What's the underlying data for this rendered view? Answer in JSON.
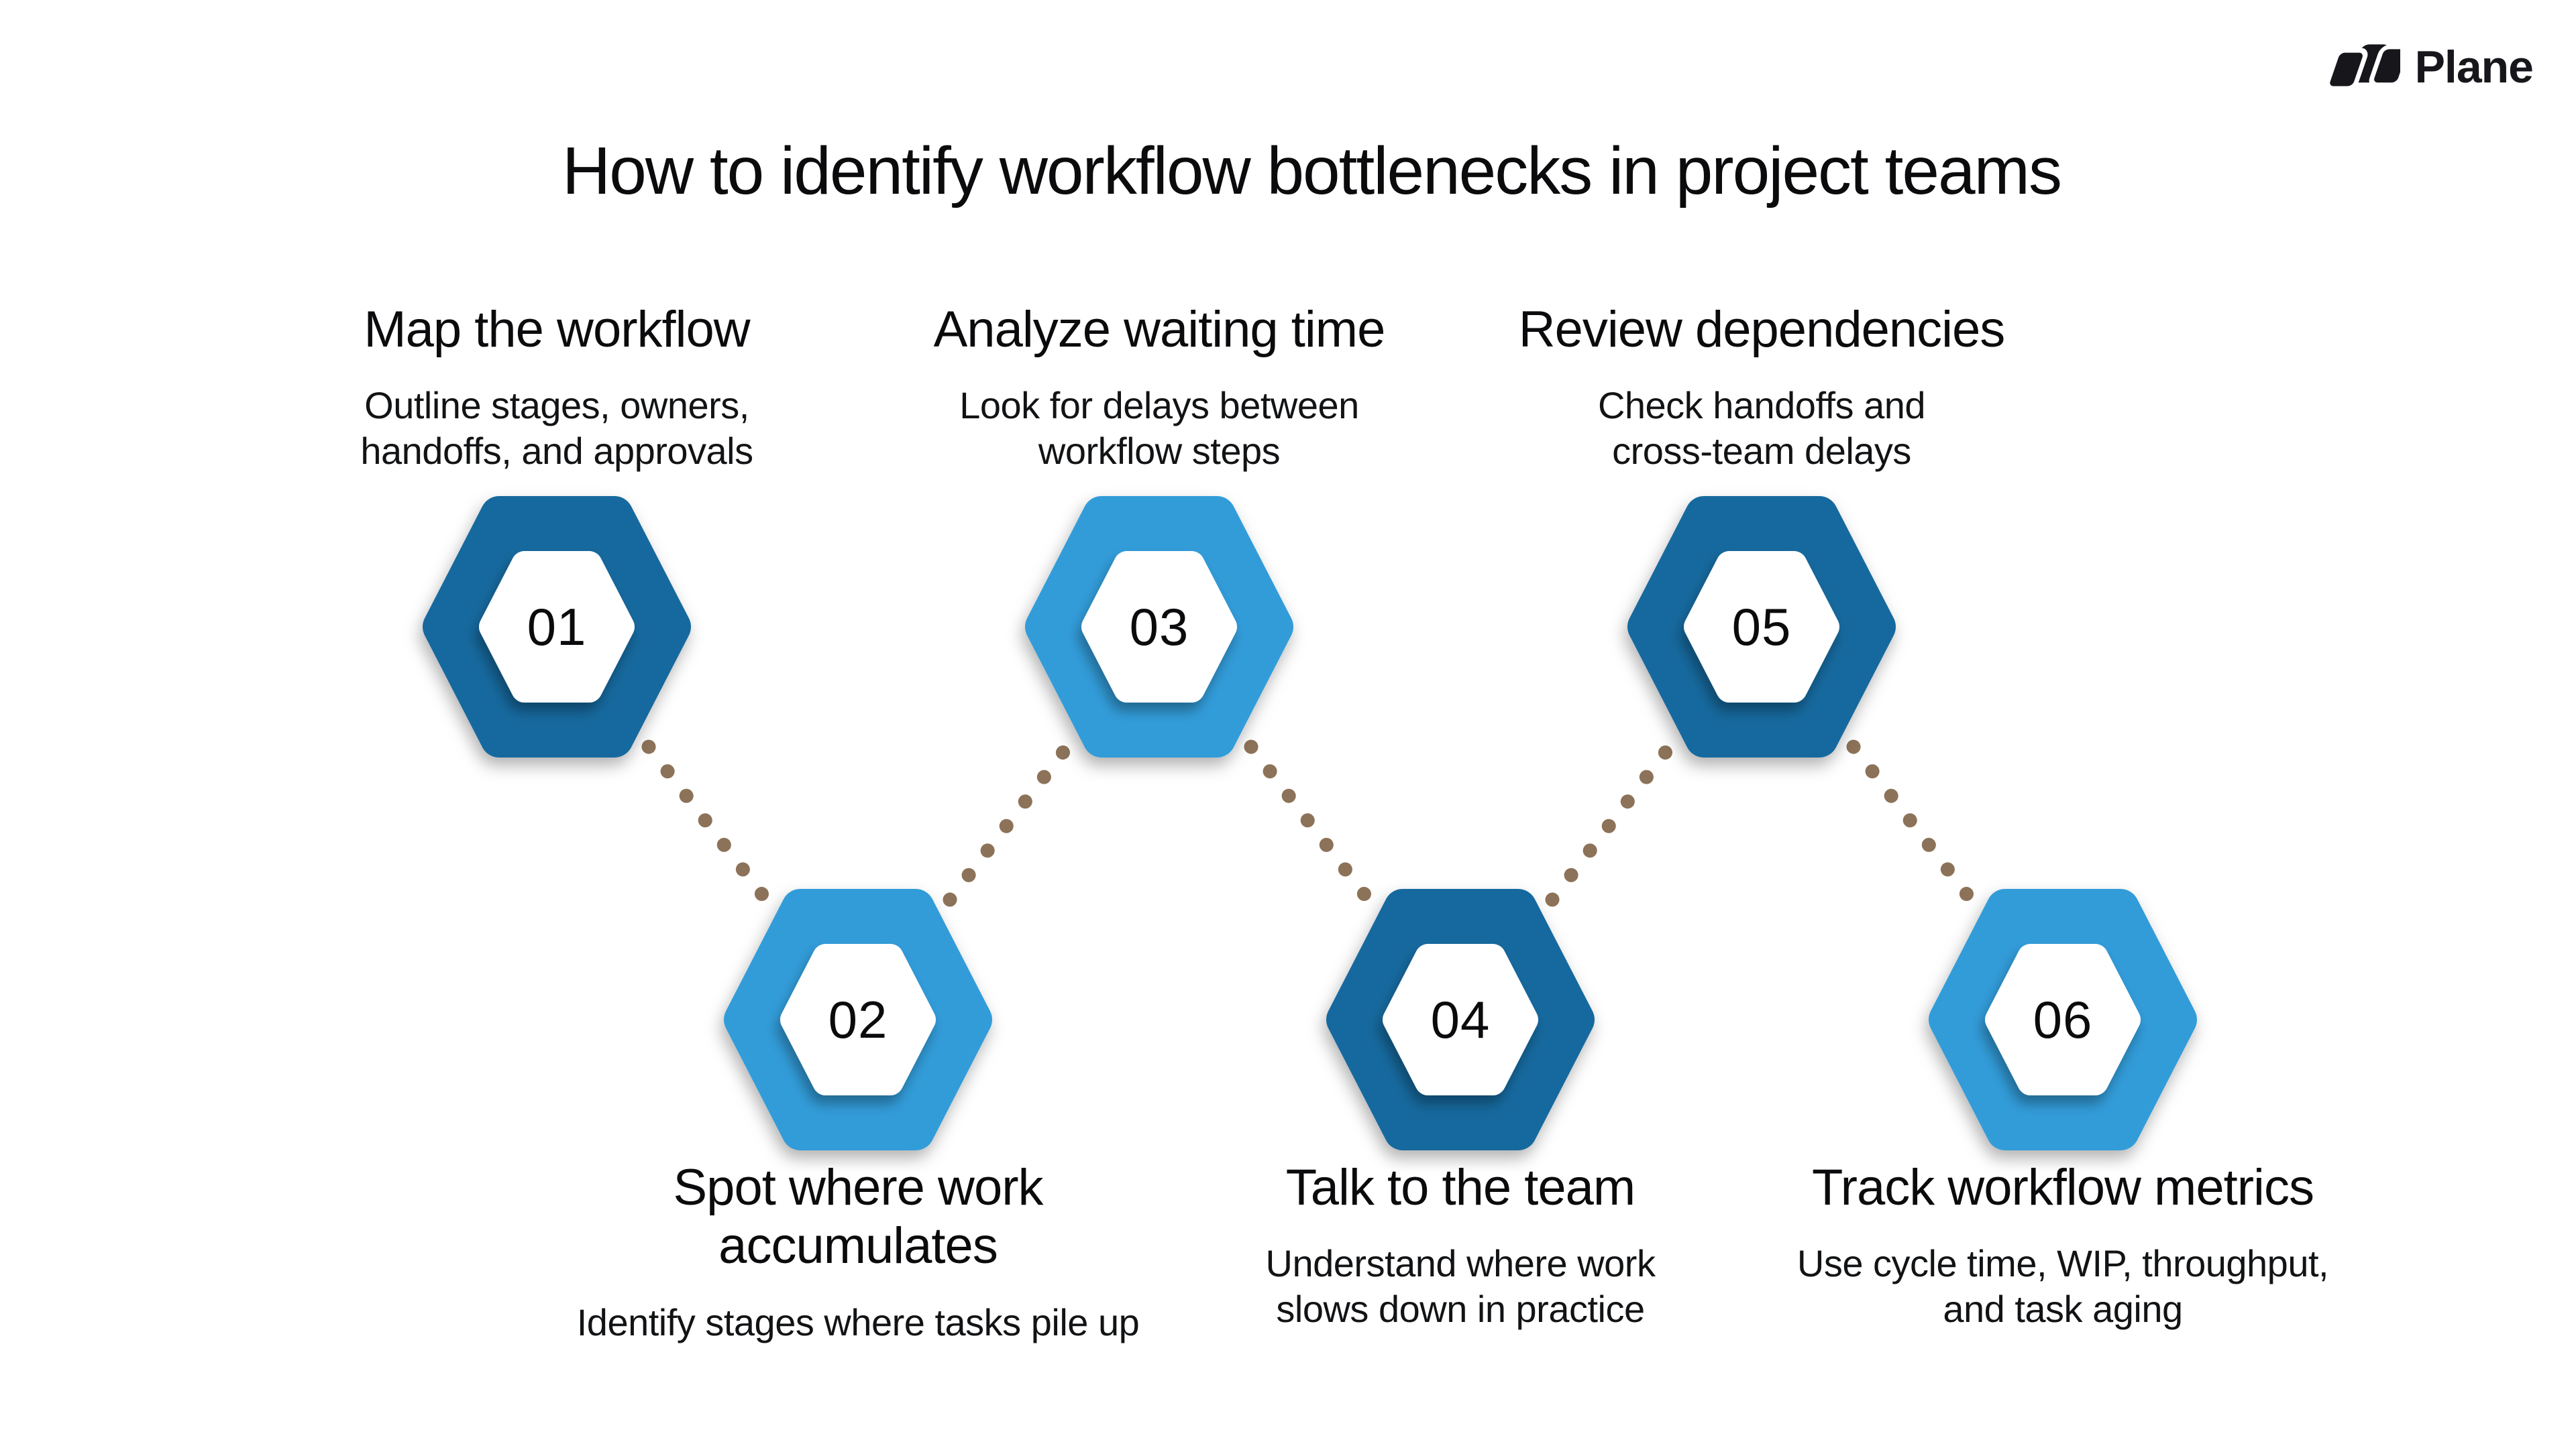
{
  "page": {
    "title": "How to identify workflow bottlenecks in project teams",
    "background": "#FFFFFF"
  },
  "brand": {
    "name": "Plane",
    "logo_icon": "plane-logo-icon",
    "color": "#17171B"
  },
  "colors": {
    "hex_dark": "#16699E",
    "hex_light": "#319CD9",
    "inner_hex": "#FFFFFF",
    "connector_dot": "#8C7258",
    "text": "#0B0B0D"
  },
  "connectors": {
    "color": "#8C7258",
    "style": "dotted"
  },
  "steps": [
    {
      "number": "01",
      "title": "Map the workflow",
      "description": "Outline stages, owners,\nhandoffs, and approvals",
      "variant": "dark",
      "color": "#16699E",
      "row": "top"
    },
    {
      "number": "02",
      "title": "Spot where work accumulates",
      "description": "Identify stages where tasks pile up",
      "variant": "light",
      "color": "#319CD9",
      "row": "bottom"
    },
    {
      "number": "03",
      "title": "Analyze waiting time",
      "description": "Look for delays between\nworkflow steps",
      "variant": "light",
      "color": "#319CD9",
      "row": "top"
    },
    {
      "number": "04",
      "title": "Talk to the team",
      "description": "Understand where work\nslows down in practice",
      "variant": "dark",
      "color": "#16699E",
      "row": "bottom"
    },
    {
      "number": "05",
      "title": "Review dependencies",
      "description": "Check handoffs and\ncross-team delays",
      "variant": "dark",
      "color": "#16699E",
      "row": "top"
    },
    {
      "number": "06",
      "title": "Track workflow metrics",
      "description": "Use cycle time, WIP, throughput,\nand task aging",
      "variant": "light",
      "color": "#319CD9",
      "row": "bottom"
    }
  ]
}
